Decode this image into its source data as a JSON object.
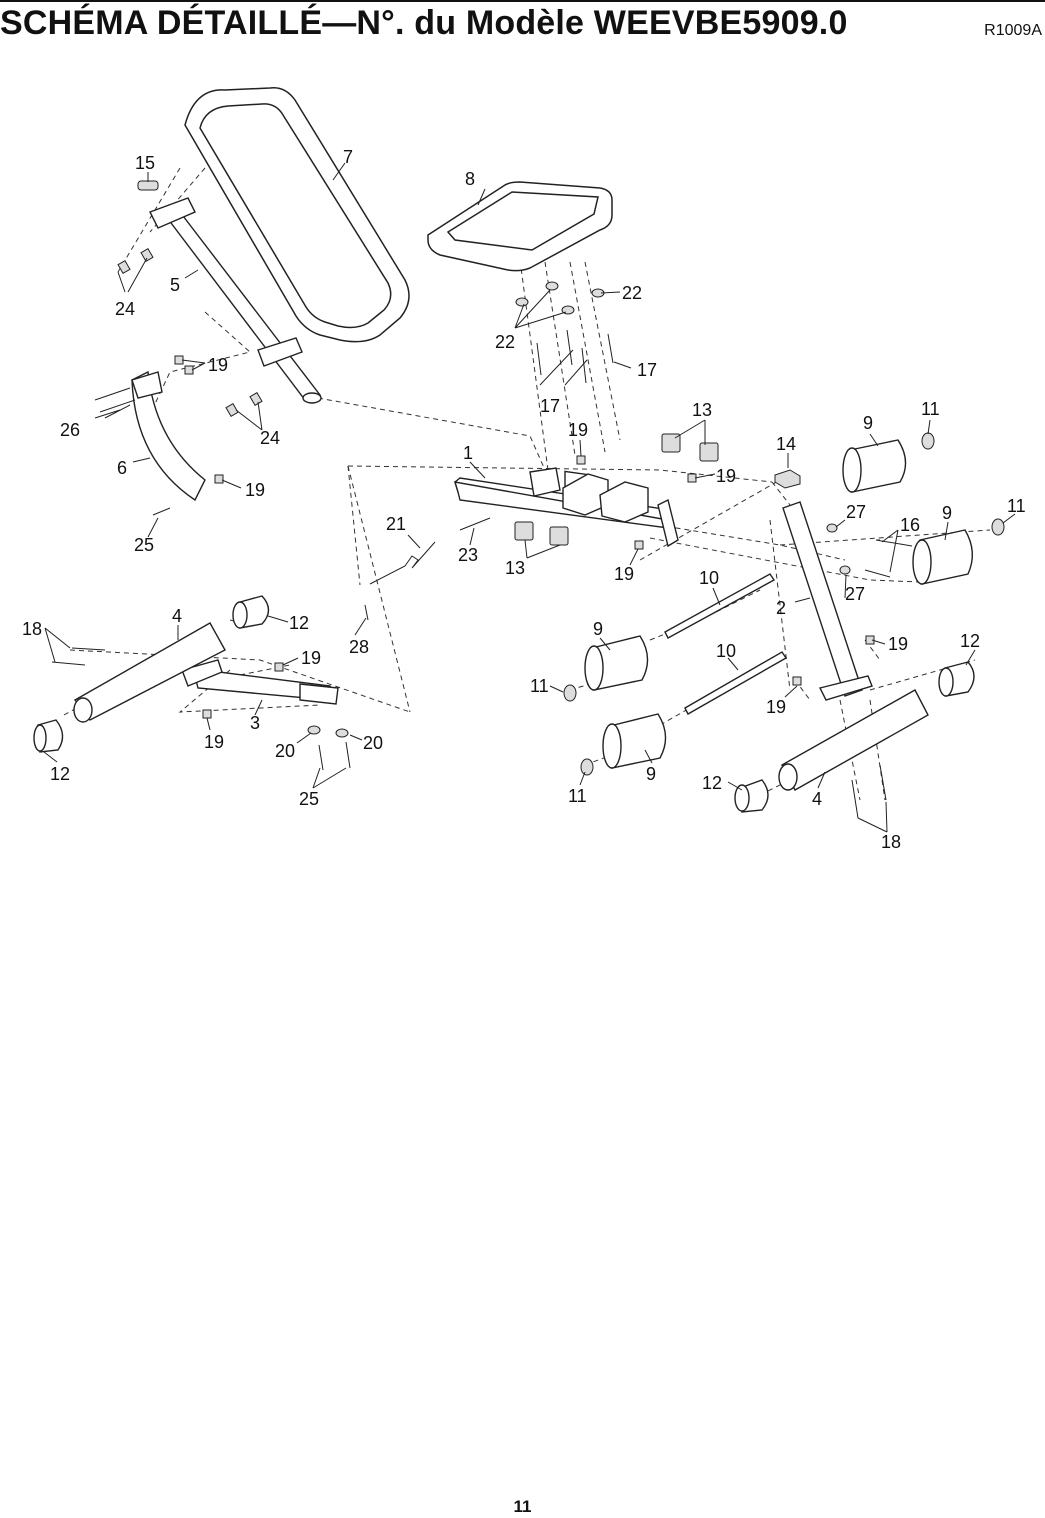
{
  "header": {
    "title": "SCHÉMA DÉTAILLÉ—N°. du Modèle WEEVBE5909.0",
    "reference": "R1009A"
  },
  "footer": {
    "page_number": "11"
  },
  "diagram": {
    "callouts": [
      "1",
      "2",
      "3",
      "4",
      "5",
      "6",
      "7",
      "8",
      "9",
      "10",
      "11",
      "12",
      "13",
      "14",
      "15",
      "16",
      "17",
      "18",
      "19",
      "20",
      "21",
      "22",
      "23",
      "24",
      "25",
      "26",
      "27",
      "28"
    ]
  }
}
